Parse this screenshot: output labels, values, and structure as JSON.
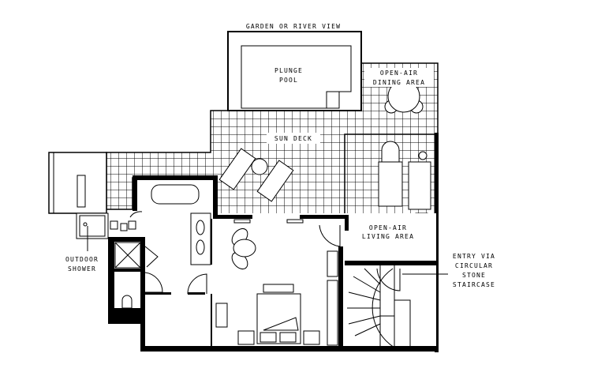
{
  "plan": {
    "view_label": "GARDEN OR RIVER VIEW",
    "pool_label": [
      "PLUNGE",
      "POOL"
    ],
    "dining_label": [
      "OPEN-AIR",
      "DINING AREA"
    ],
    "sun_deck_label": "SUN DECK",
    "living_label": [
      "OPEN-AIR",
      "LIVING AREA"
    ],
    "shower_label": [
      "OUTDOOR",
      "SHOWER"
    ],
    "entry_label": [
      "ENTRY VIA",
      "CIRCULAR",
      "STONE",
      "STAIRCASE"
    ]
  }
}
